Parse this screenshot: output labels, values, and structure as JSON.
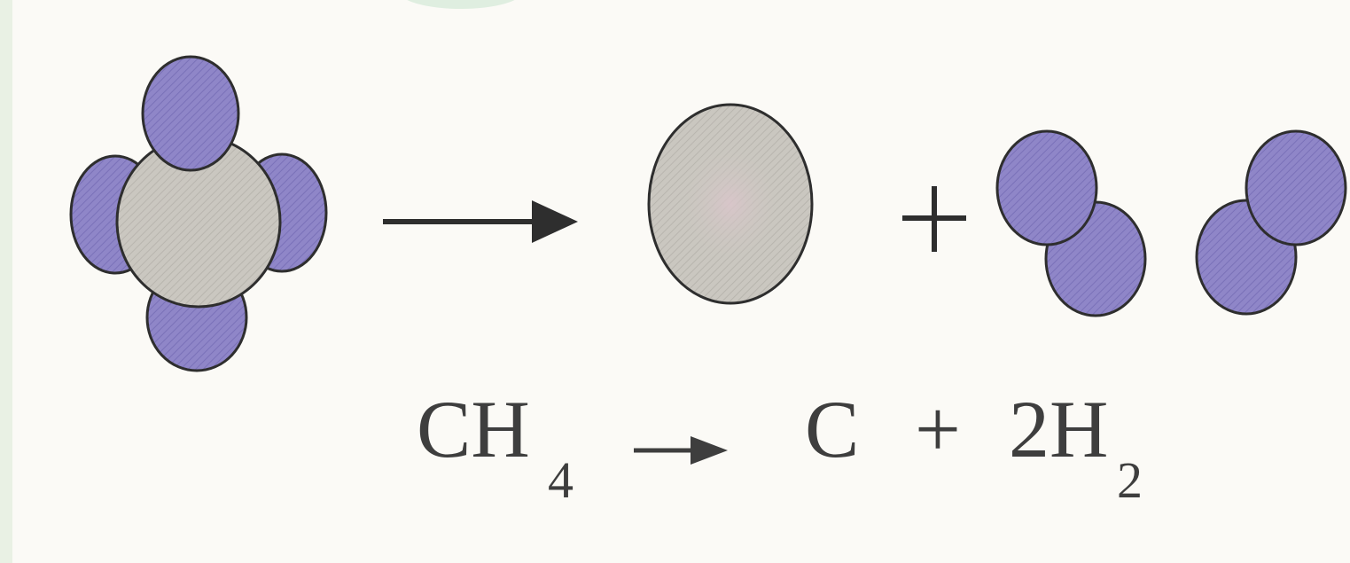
{
  "equation": {
    "reactant": "CH",
    "reactant_subscript": "4",
    "product_carbon": "C",
    "plus": "+",
    "product_hydrogen": "2H",
    "product_hydrogen_subscript": "2"
  },
  "colors": {
    "hydrogen_atom": "#8f86c8",
    "hydrogen_atom_dark": "#6e64a9",
    "carbon_atom": "#c9c6bf",
    "carbon_atom_center": "#d8c6cb",
    "outline": "#2e2e2e",
    "text": "#3e3e3e",
    "background": "#fbfaf6"
  },
  "icons": {
    "reaction_arrow": "arrow-right-icon",
    "plus_sign": "plus-icon"
  }
}
